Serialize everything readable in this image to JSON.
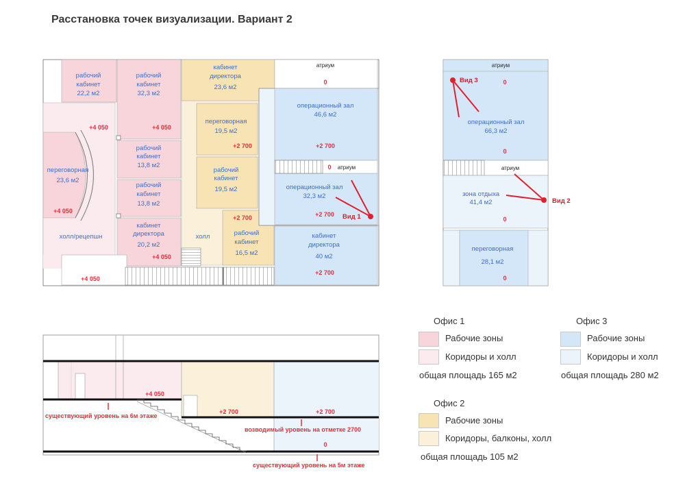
{
  "title": "Расстановка точек визуализации. Вариант 2",
  "colors": {
    "office1_work": "#f7d5da",
    "office1_corr": "#fcebee",
    "office2_work": "#f7e3b4",
    "office2_corr": "#fbf0d9",
    "office3_work": "#d4e7f8",
    "office3_corr": "#ebf3fb",
    "level_red": "#e0303b",
    "label_blue": "#3d6fc9"
  },
  "plan1": {
    "rooms": {
      "r1": {
        "l1": "рабочий",
        "l2": "кабинет",
        "l3": "22,2 м2"
      },
      "r2": {
        "l1": "рабочий",
        "l2": "кабинет",
        "l3": "32,3 м2"
      },
      "r3": {
        "l1": "рабочий",
        "l2": "кабинет",
        "l3": "13,8 м2"
      },
      "r4": {
        "l1": "рабочий",
        "l2": "кабинет",
        "l3": "13,8 м2"
      },
      "r5": {
        "l1": "кабинет",
        "l2": "директора",
        "l3": "20,2 м2"
      },
      "r6": {
        "l1": "переговорная",
        "l2": "23,6 м2"
      },
      "r7": {
        "l1": "холл/рецепшн"
      },
      "r8": {
        "l1": "кабинет",
        "l2": "директора",
        "l3": "23,6 м2"
      },
      "r9": {
        "l1": "переговорная",
        "l2": "19,5 м2"
      },
      "r10": {
        "l1": "рабочий",
        "l2": "кабинет",
        "l3": "19,5 м2"
      },
      "r11": {
        "l1": "холл"
      },
      "r12": {
        "l1": "рабочий",
        "l2": "кабинет",
        "l3": "16,5 м2"
      },
      "r13": {
        "l1": "атриум"
      },
      "r14": {
        "l1": "операционный зал",
        "l2": "46,6 м2"
      },
      "r15": {
        "l1": "атриум"
      },
      "r16": {
        "l1": "операционный зал",
        "l2": "32,3 м2"
      },
      "r17": {
        "l1": "кабинет",
        "l2": "директора",
        "l3": "40 м2"
      }
    },
    "levels": {
      "a": "+4 050",
      "b": "+4 050",
      "c": "+4 050",
      "d": "+4 050",
      "e": "+4 050",
      "f": "+2 700",
      "g": "+2 700",
      "h": "0",
      "i": "+2 700",
      "j": "0",
      "k": "+2 700",
      "m": "+2 700"
    },
    "view1": "Вид 1"
  },
  "plan2": {
    "rooms": {
      "atrium_top": "атриум",
      "hall_name": "операционный зал",
      "hall_area": "66,3 м2",
      "atrium_mid": "атриум",
      "rest_name": "зона отдыха",
      "rest_area": "41,4 м2",
      "meet_name": "переговорная",
      "meet_area": "28,1 м2"
    },
    "levels": {
      "a": "0",
      "b": "0",
      "c": "0",
      "d": "0"
    },
    "view3": "Вид 3",
    "view2": "Вид 2"
  },
  "section": {
    "lvl_4050": "+4 050",
    "lvl_2700a": "+2 700",
    "lvl_2700b": "+2 700",
    "lvl_0": "0",
    "note1": "существующий уровень на 6м этаже",
    "note2": "возводимый уровень на отметке  2700",
    "note3": "существующий уровень на 5м этаже"
  },
  "legend": {
    "office1": {
      "title": "Офис 1",
      "work": "Рабочие зоны",
      "corr": "Коридоры и холл",
      "area": "общая площадь 165 м2"
    },
    "office2": {
      "title": "Офис 2",
      "work": "Рабочие зоны",
      "corr": "Коридоры, балконы, холл",
      "area": "общая площадь 105 м2"
    },
    "office3": {
      "title": "Офис 3",
      "work": "Рабочие зоны",
      "corr": "Коридоры и холл",
      "area": "общая площадь 280 м2"
    }
  }
}
